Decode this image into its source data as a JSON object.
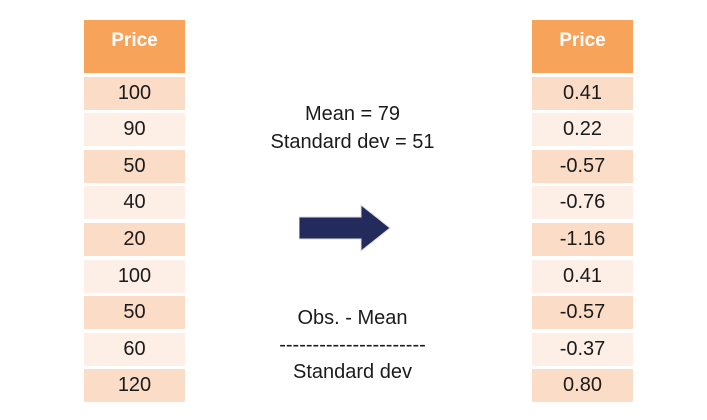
{
  "left_table": {
    "header": "Price",
    "rows": [
      "100",
      "90",
      "50",
      "40",
      "20",
      "100",
      "50",
      "60",
      "120"
    ]
  },
  "right_table": {
    "header": "Price",
    "rows": [
      "0.41",
      "0.22",
      "-0.57",
      "-0.76",
      "-1.16",
      "0.41",
      "-0.57",
      "-0.37",
      "0.80"
    ]
  },
  "center": {
    "stats_line1": "Mean = 79",
    "stats_line2": "Standard dev = 51",
    "arrow_icon": "right-arrow",
    "formula": {
      "numerator": "Obs. - Mean",
      "divider": "----------------------",
      "denominator": "Standard dev"
    }
  },
  "colors": {
    "header_bg": "#F7A35A",
    "row_dark": "#FBDCC7",
    "row_light": "#FDEEE6",
    "arrow": "#232A5C",
    "text": "#1B1B1B",
    "header_text": "#FFFFFF",
    "background": "#FFFFFF"
  }
}
